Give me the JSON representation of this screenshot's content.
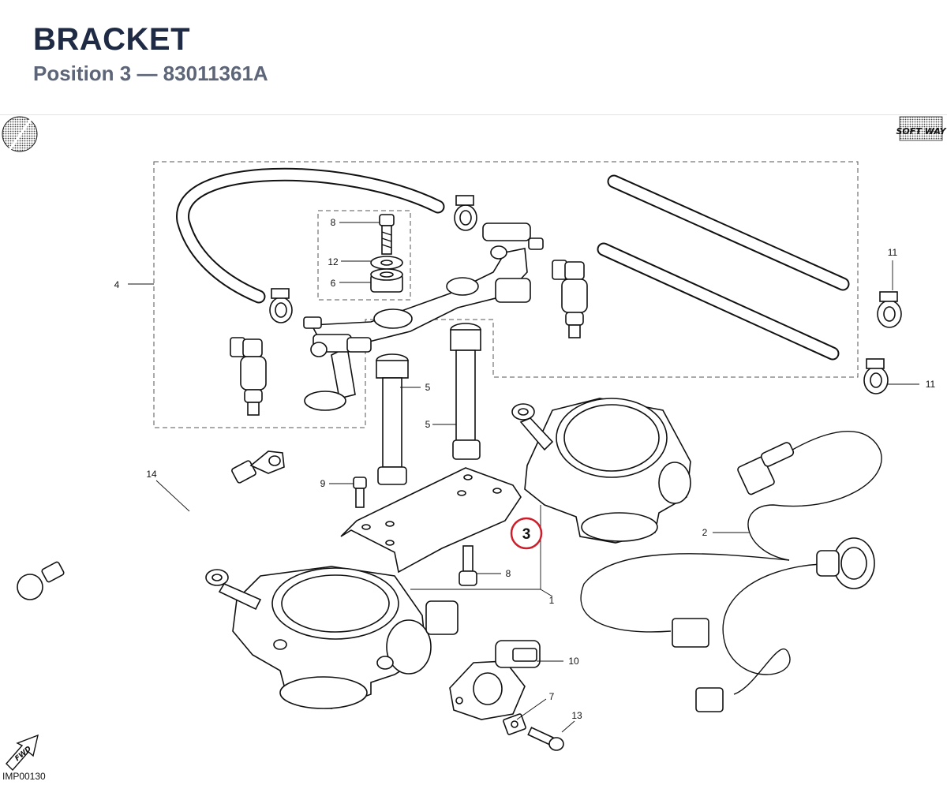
{
  "header": {
    "title": "BRACKET",
    "subtitle": "Position 3 — 83011361A"
  },
  "diagram": {
    "brand_logo": "SOFT WAY",
    "fwd_label": "FWD",
    "image_code": "IMP00130",
    "highlight_callout": "3",
    "highlight_color": "#cc1f2b",
    "callouts": {
      "c1": "1",
      "c2": "2",
      "c4": "4",
      "c5a": "5",
      "c5b": "5",
      "c6": "6",
      "c7": "7",
      "c8a": "8",
      "c8b": "8",
      "c9": "9",
      "c10": "10",
      "c11a": "11",
      "c11b": "11",
      "c12": "12",
      "c13": "13",
      "c14": "14"
    }
  }
}
